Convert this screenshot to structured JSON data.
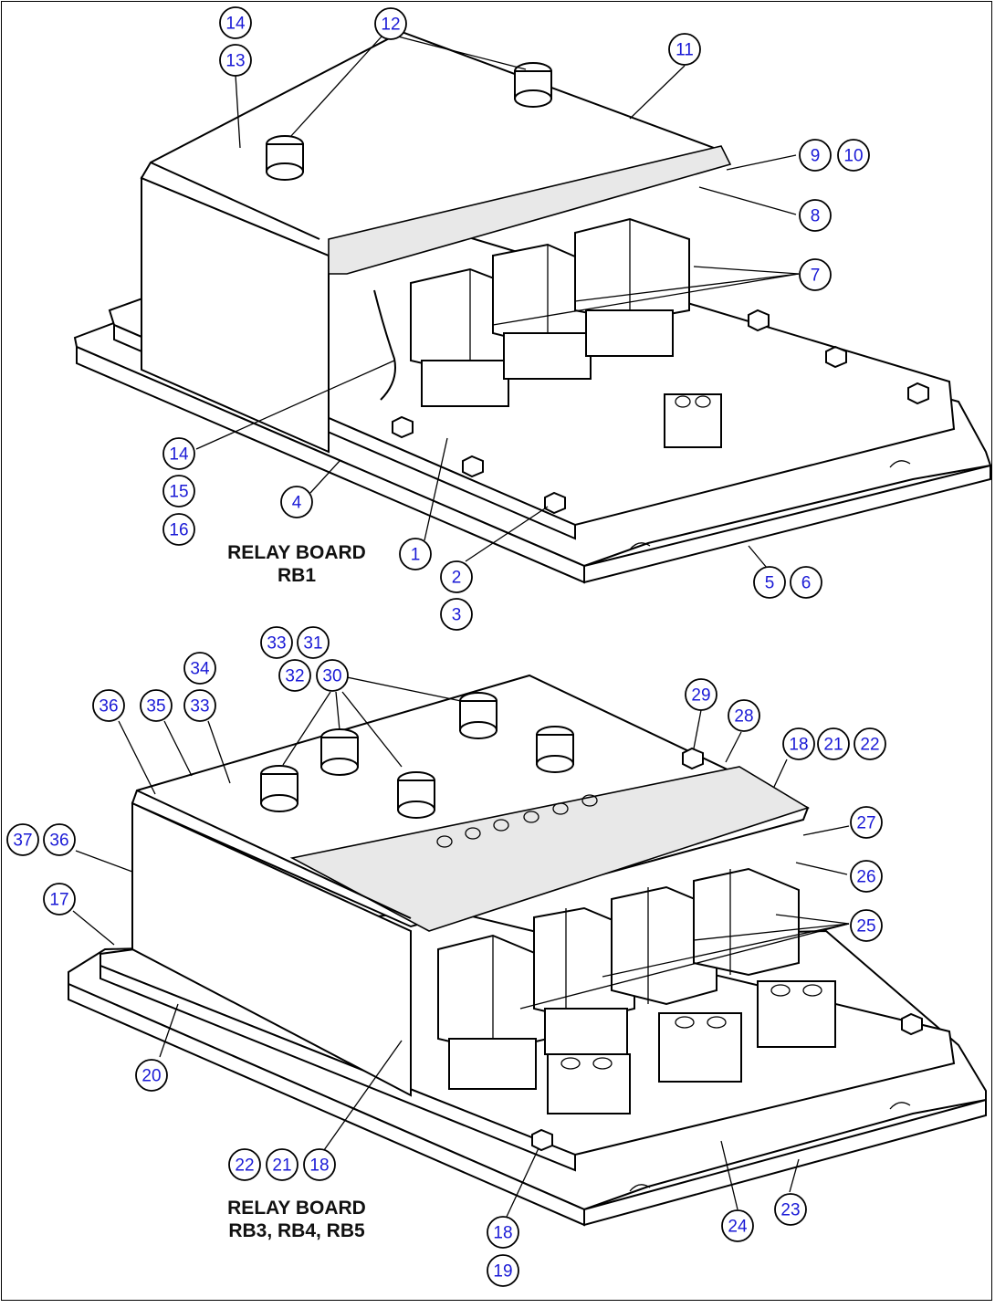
{
  "labels": {
    "rb1_line1": "RELAY BOARD",
    "rb1_line2": "RB1",
    "rb3_line1": "RELAY BOARD",
    "rb3_line2": "RB3, RB4, RB5"
  },
  "callouts": [
    {
      "id": "c-14a",
      "num": "14"
    },
    {
      "id": "c-13",
      "num": "13"
    },
    {
      "id": "c-12",
      "num": "12"
    },
    {
      "id": "c-11",
      "num": "11"
    },
    {
      "id": "c-9",
      "num": "9"
    },
    {
      "id": "c-10",
      "num": "10"
    },
    {
      "id": "c-8",
      "num": "8"
    },
    {
      "id": "c-7",
      "num": "7"
    },
    {
      "id": "c-14b",
      "num": "14"
    },
    {
      "id": "c-15",
      "num": "15"
    },
    {
      "id": "c-16",
      "num": "16"
    },
    {
      "id": "c-4",
      "num": "4"
    },
    {
      "id": "c-1",
      "num": "1"
    },
    {
      "id": "c-2",
      "num": "2"
    },
    {
      "id": "c-3",
      "num": "3"
    },
    {
      "id": "c-5",
      "num": "5"
    },
    {
      "id": "c-6",
      "num": "6"
    },
    {
      "id": "c-33a",
      "num": "33"
    },
    {
      "id": "c-31",
      "num": "31"
    },
    {
      "id": "c-32",
      "num": "32"
    },
    {
      "id": "c-30",
      "num": "30"
    },
    {
      "id": "c-34",
      "num": "34"
    },
    {
      "id": "c-33b",
      "num": "33"
    },
    {
      "id": "c-36a",
      "num": "36"
    },
    {
      "id": "c-35",
      "num": "35"
    },
    {
      "id": "c-29",
      "num": "29"
    },
    {
      "id": "c-28",
      "num": "28"
    },
    {
      "id": "c-18a",
      "num": "18"
    },
    {
      "id": "c-21a",
      "num": "21"
    },
    {
      "id": "c-22a",
      "num": "22"
    },
    {
      "id": "c-37",
      "num": "37"
    },
    {
      "id": "c-36b",
      "num": "36"
    },
    {
      "id": "c-27",
      "num": "27"
    },
    {
      "id": "c-26",
      "num": "26"
    },
    {
      "id": "c-17",
      "num": "17"
    },
    {
      "id": "c-25",
      "num": "25"
    },
    {
      "id": "c-20",
      "num": "20"
    },
    {
      "id": "c-22b",
      "num": "22"
    },
    {
      "id": "c-21b",
      "num": "21"
    },
    {
      "id": "c-18b",
      "num": "18"
    },
    {
      "id": "c-24",
      "num": "24"
    },
    {
      "id": "c-23",
      "num": "23"
    },
    {
      "id": "c-18c",
      "num": "18"
    },
    {
      "id": "c-19",
      "num": "19"
    }
  ]
}
